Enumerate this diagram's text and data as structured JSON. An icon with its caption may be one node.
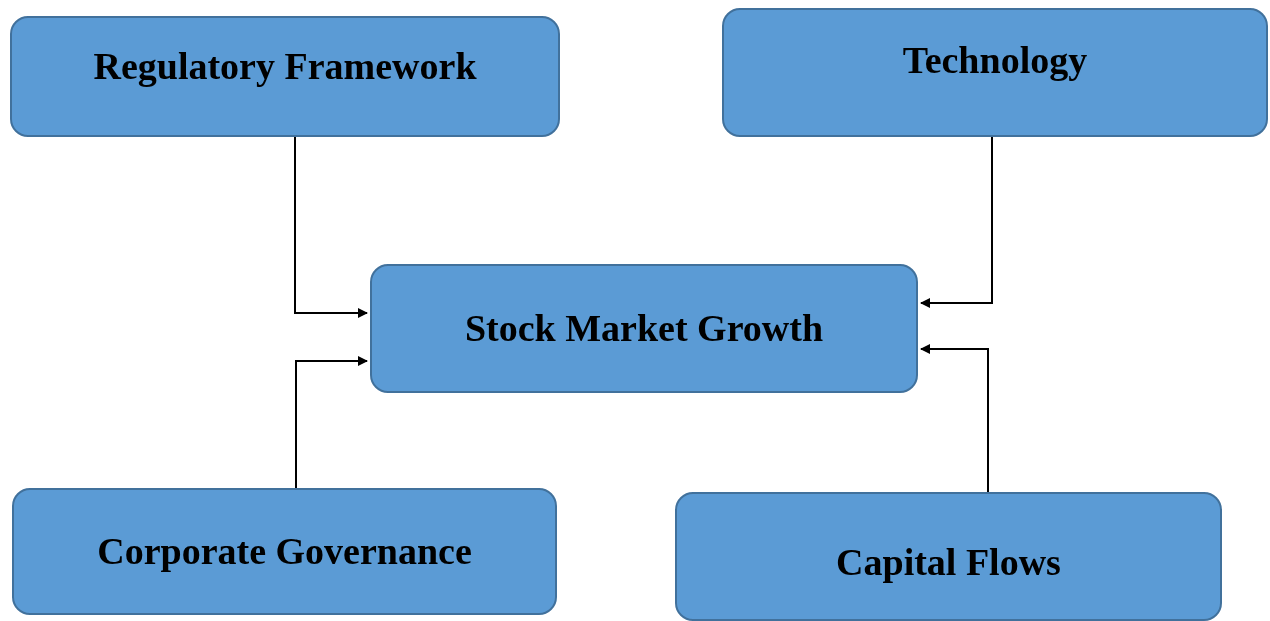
{
  "diagram": {
    "nodes": [
      {
        "text": [
          "Regulatory Framework"
        ]
      },
      {
        "text": [
          "Technology"
        ]
      },
      {
        "text": [
          "Stock Market Growth"
        ]
      },
      {
        "text": [
          "Corporate Governance"
        ]
      },
      {
        "text": [
          "Capital Flows"
        ]
      }
    ],
    "edges": [
      {
        "from": 0,
        "to": 2,
        "arrow": "to"
      },
      {
        "from": 1,
        "to": 2,
        "arrow": "to"
      },
      {
        "from": 3,
        "to": 2,
        "arrow": "to"
      },
      {
        "from": 4,
        "to": 2,
        "arrow": "to"
      }
    ]
  }
}
